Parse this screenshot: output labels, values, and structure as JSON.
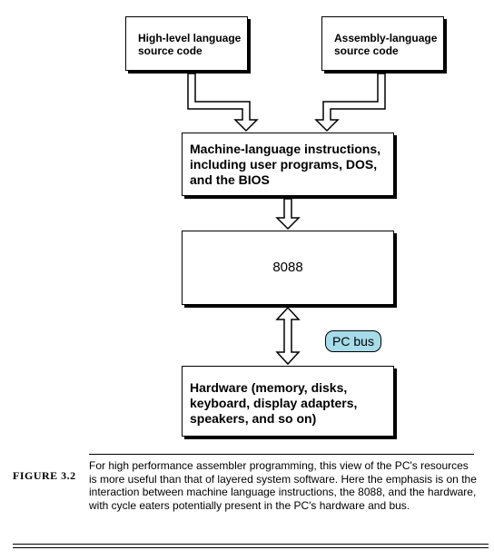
{
  "diagram": {
    "high_level_box": {
      "lines": [
        "High-level language",
        "source code"
      ]
    },
    "assembly_box": {
      "lines": [
        "Assembly-language",
        "source code"
      ]
    },
    "machine_language_box": {
      "lines": [
        "Machine-language instructions,",
        "including user programs, DOS,",
        "and the BIOS"
      ]
    },
    "cpu_box": {
      "label": "8088"
    },
    "hardware_box": {
      "lines": [
        "Hardware (memory, disks,",
        "keyboard, display adapters,",
        "speakers, and so on)"
      ]
    },
    "bus_label": "PC bus",
    "colors": {
      "bus_label_fill": "#a6dbe9",
      "box_border": "#000000",
      "background": "#ffffff"
    }
  },
  "caption": {
    "figure_label": "FIGURE 3.2",
    "text": "For high performance assembler programming, this view of the PC's resources is more useful than that of layered system software. Here the emphasis is on the interaction between machine language instructions, the 8088, and the hardware, with cycle eaters potentially present in the PC's hardware and bus."
  }
}
